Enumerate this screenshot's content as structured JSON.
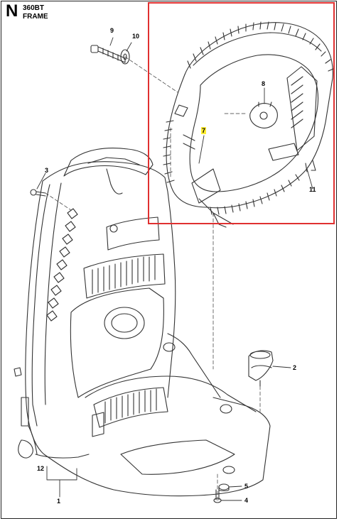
{
  "header": {
    "section_letter": "N",
    "model": "360BT",
    "section_title": "FRAME"
  },
  "callouts": {
    "p1": "1",
    "p2": "2",
    "p3": "3",
    "p4": "4",
    "p5": "5",
    "p7": "7",
    "p8": "8",
    "p9": "9",
    "p10": "10",
    "p11": "11",
    "p12": "12"
  },
  "colors": {
    "highlight_box": "#e03030",
    "highlight_label": "#ffee33",
    "line": "#333333"
  }
}
